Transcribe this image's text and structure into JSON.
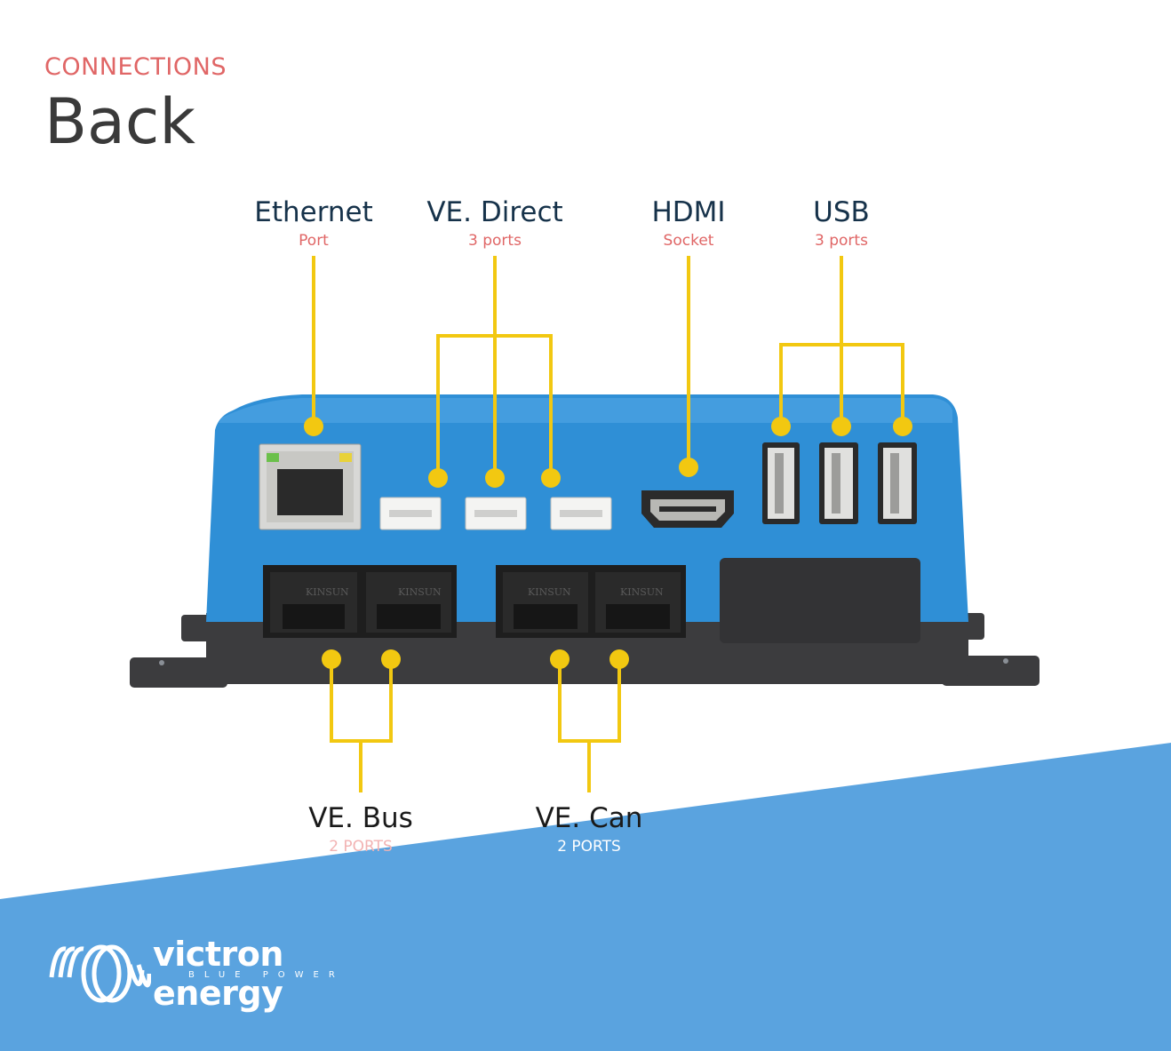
{
  "colors": {
    "accent": "#e06666",
    "heading": "#3a3a3a",
    "label_dark": "#16324a",
    "callout": "#f2c811",
    "device_blue": "#2f8fd6",
    "device_base": "#3c3c3e",
    "footer_blue": "#5aa3df"
  },
  "header": {
    "eyebrow": "CONNECTIONS",
    "title": "Back"
  },
  "labels": {
    "ethernet": {
      "name": "Ethernet",
      "sub": "Port"
    },
    "ve_direct": {
      "name": "VE. Direct",
      "sub": "3 ports"
    },
    "hdmi": {
      "name": "HDMI",
      "sub": "Socket"
    },
    "usb": {
      "name": "USB",
      "sub": "3 ports"
    },
    "ve_bus": {
      "name": "VE. Bus",
      "sub": "2 PORTS"
    },
    "ve_can": {
      "name": "VE. Can",
      "sub": "2 PORTS"
    }
  },
  "device": {
    "rj45_brand": "KINSUN"
  },
  "logo": {
    "icon": "victron-coil-logo-icon",
    "wordmark": "victron energy",
    "tagline": "BLUE POWER"
  }
}
